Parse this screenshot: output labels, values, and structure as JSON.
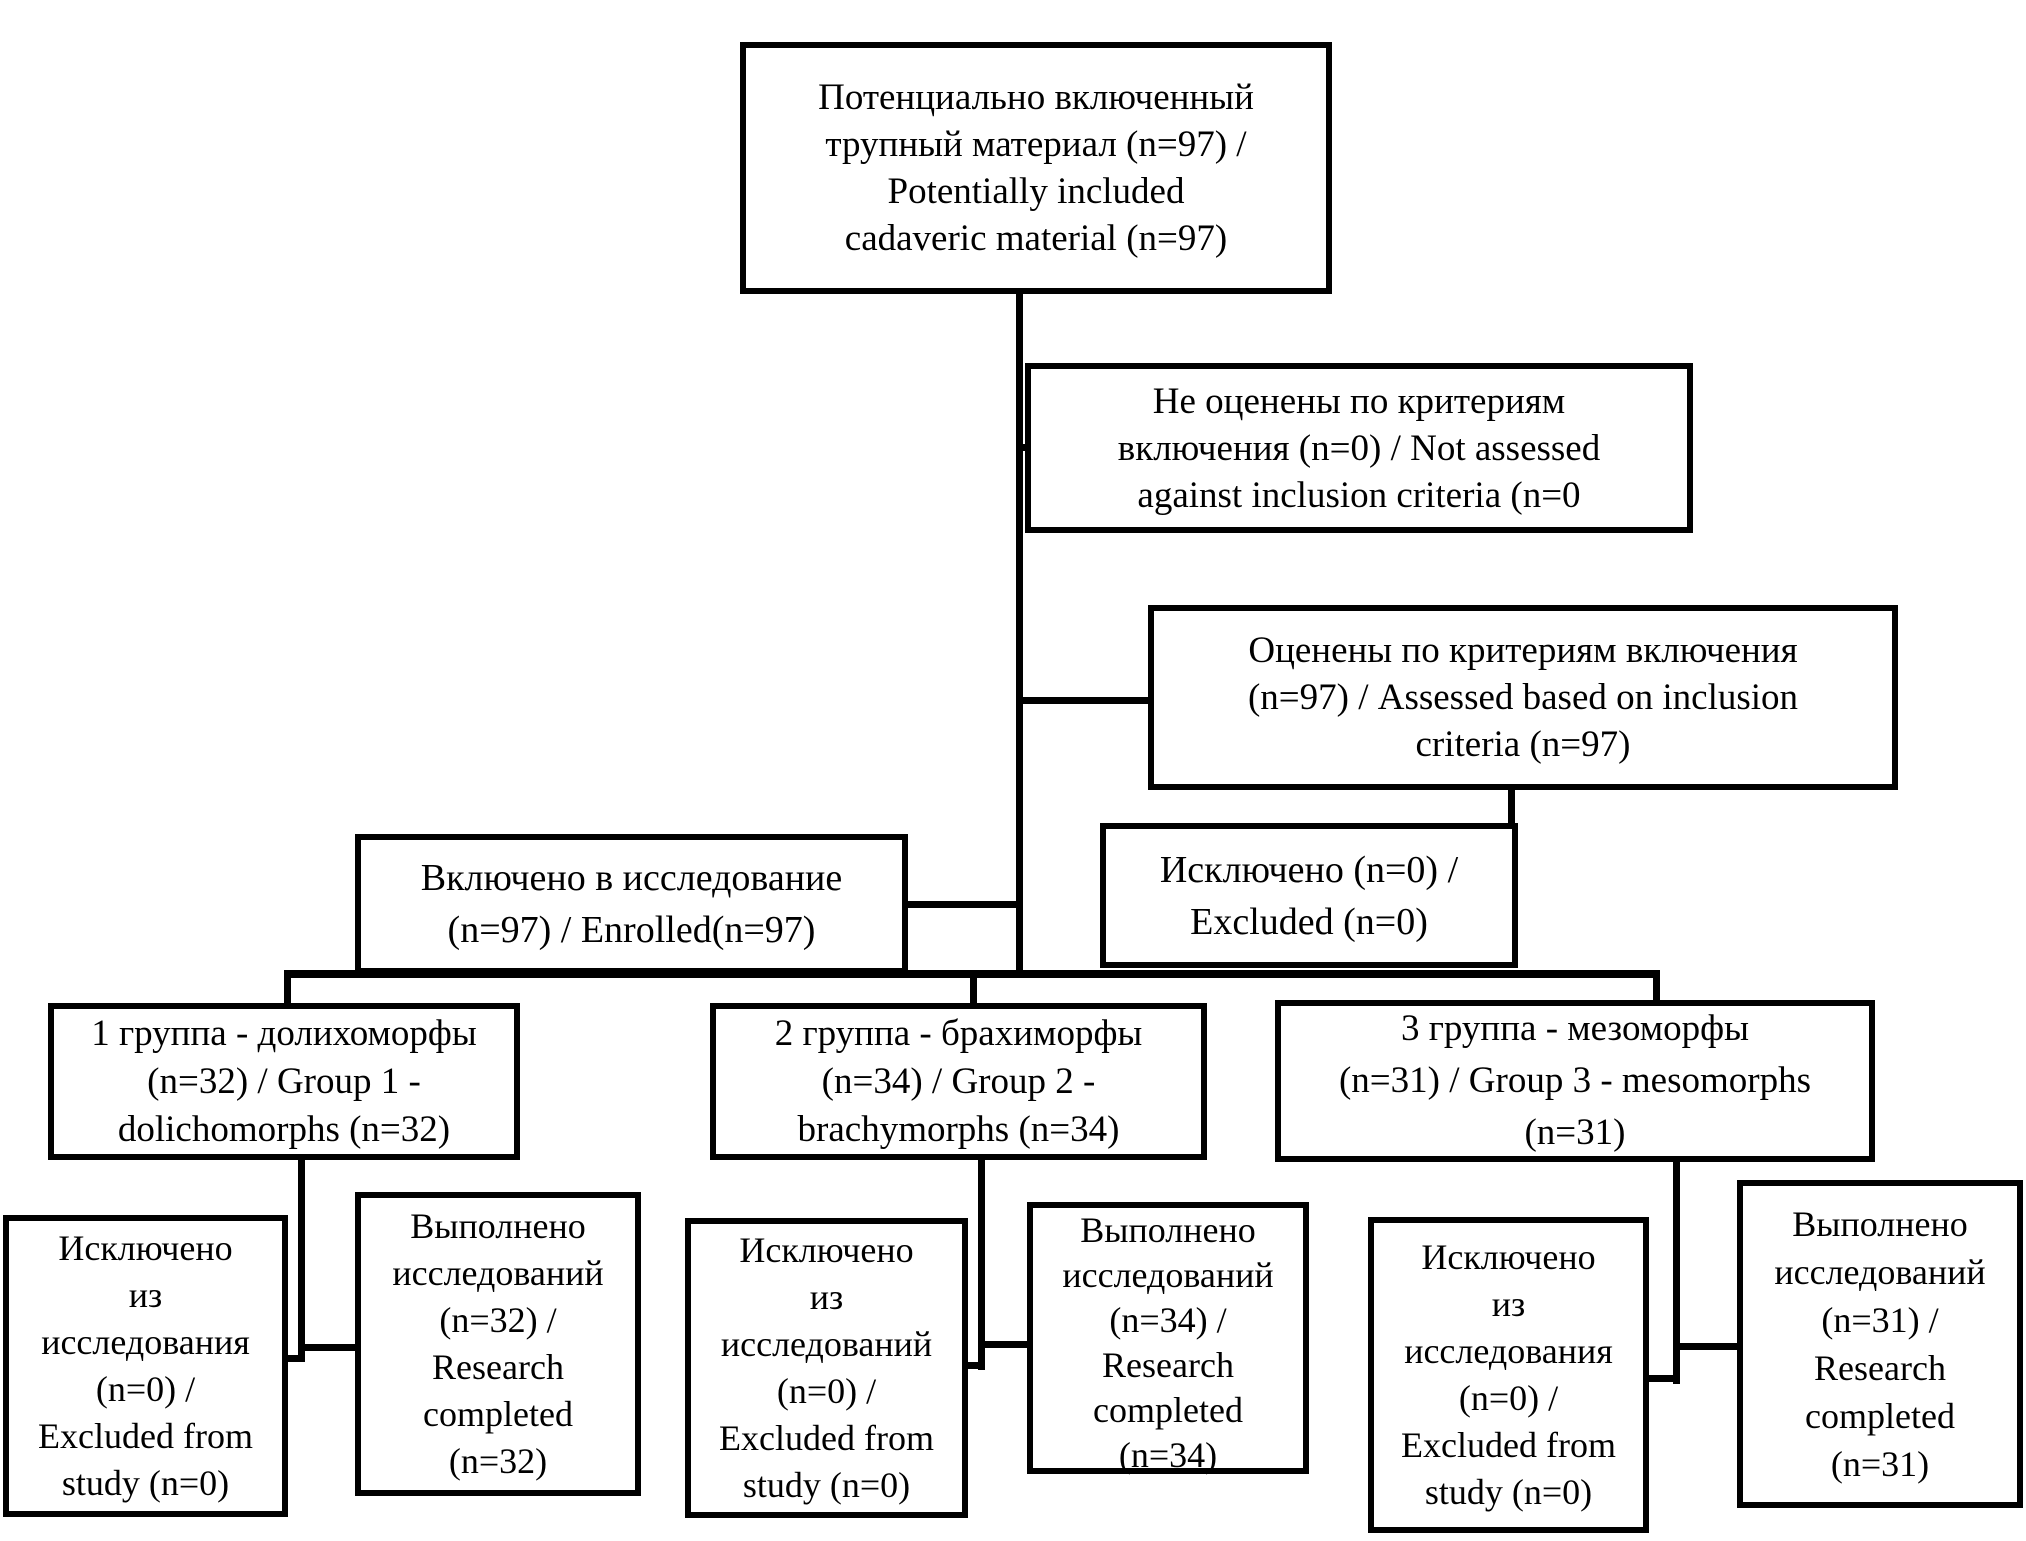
{
  "nodes": {
    "potential": {
      "text": "Потенциально включенный\nтрупный материал (n=97) /\nPotentially included\ncadaveric material (n=97)"
    },
    "not_assessed": {
      "text": "Не оценены по критериям\nвключения (n=0) / Not assessed\nagainst inclusion criteria (n=0"
    },
    "assessed": {
      "text": "Оценены по критериям включения\n(n=97) / Assessed based on inclusion\ncriteria (n=97)"
    },
    "enrolled": {
      "text": "Включено в исследование\n(n=97) / Enrolled(n=97)"
    },
    "excluded": {
      "text": "Исключено (n=0) /\nExcluded (n=0)"
    },
    "group1": {
      "text": "1 группа - долихоморфы\n(n=32) / Group 1 -\ndolichomorphs (n=32)"
    },
    "group2": {
      "text": "2 группа - брахиморфы\n(n=34) / Group 2 -\nbrachymorphs (n=34)"
    },
    "group3": {
      "text": "3 группа - мезоморфы\n(n=31) / Group 3 - mesomorphs\n(n=31)"
    },
    "group1_excluded": {
      "text": "Исключено\nиз\nисследования\n(n=0) /\nExcluded from\nstudy (n=0)"
    },
    "group1_completed": {
      "text": "Выполнено\nисследований\n(n=32) /\nResearch\ncompleted\n(n=32)"
    },
    "group2_excluded": {
      "text": "Исключено\nиз\nисследований\n(n=0) /\nExcluded from\nstudy (n=0)"
    },
    "group2_completed": {
      "text": "Выполнено\nисследований\n(n=34) /\nResearch\ncompleted\n(n=34)"
    },
    "group3_excluded": {
      "text": "Исключено\nиз\nисследования\n(n=0) /\nExcluded from\nstudy (n=0)"
    },
    "group3_completed": {
      "text": "Выполнено\nисследований\n(n=31) /\nResearch\ncompleted\n(n=31)"
    }
  },
  "colors": {
    "border": "#000000",
    "background": "#ffffff",
    "text": "#000000"
  }
}
